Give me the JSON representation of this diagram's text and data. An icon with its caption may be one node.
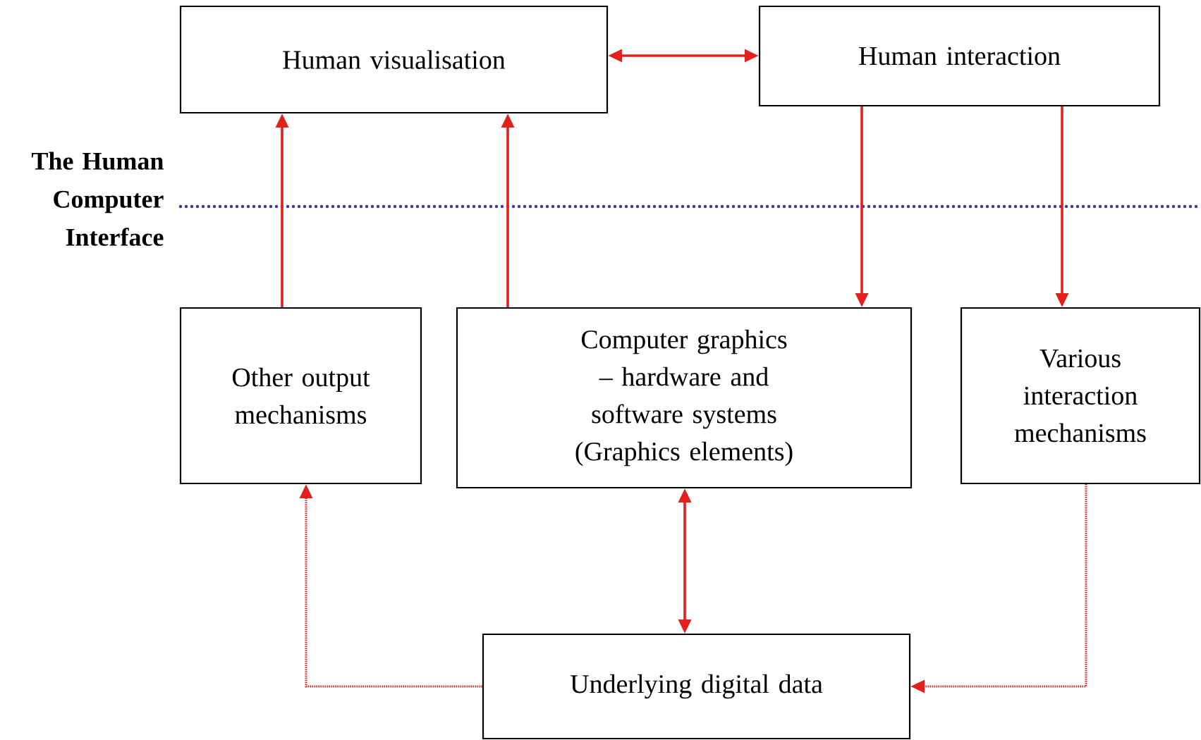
{
  "diagram": {
    "nodes": [
      {
        "text": [
          "Human visualisation"
        ]
      },
      {
        "text": [
          "Human interaction"
        ]
      },
      {
        "text": [
          "Other output mechanisms"
        ]
      },
      {
        "text": [
          "Computer graphics – hardware and software systems (Graphics elements)"
        ]
      },
      {
        "text": [
          "Various interaction mechanisms"
        ]
      },
      {
        "text": [
          "Underlying digital data"
        ]
      }
    ],
    "edges": [
      {
        "from": 0,
        "to": 1,
        "arrow": "both"
      },
      {
        "from": 2,
        "to": 0,
        "arrow": "to"
      },
      {
        "from": 3,
        "to": 0,
        "arrow": "to"
      },
      {
        "from": 1,
        "to": 3,
        "arrow": "to"
      },
      {
        "from": 1,
        "to": 4,
        "arrow": "to"
      },
      {
        "from": 3,
        "to": 5,
        "arrow": "both"
      },
      {
        "from": 5,
        "to": 2,
        "arrow": "to",
        "style": "dashed"
      },
      {
        "from": 4,
        "to": 5,
        "arrow": "to",
        "style": "dashed"
      }
    ],
    "labels": [
      "The Human Computer Interface"
    ]
  }
}
